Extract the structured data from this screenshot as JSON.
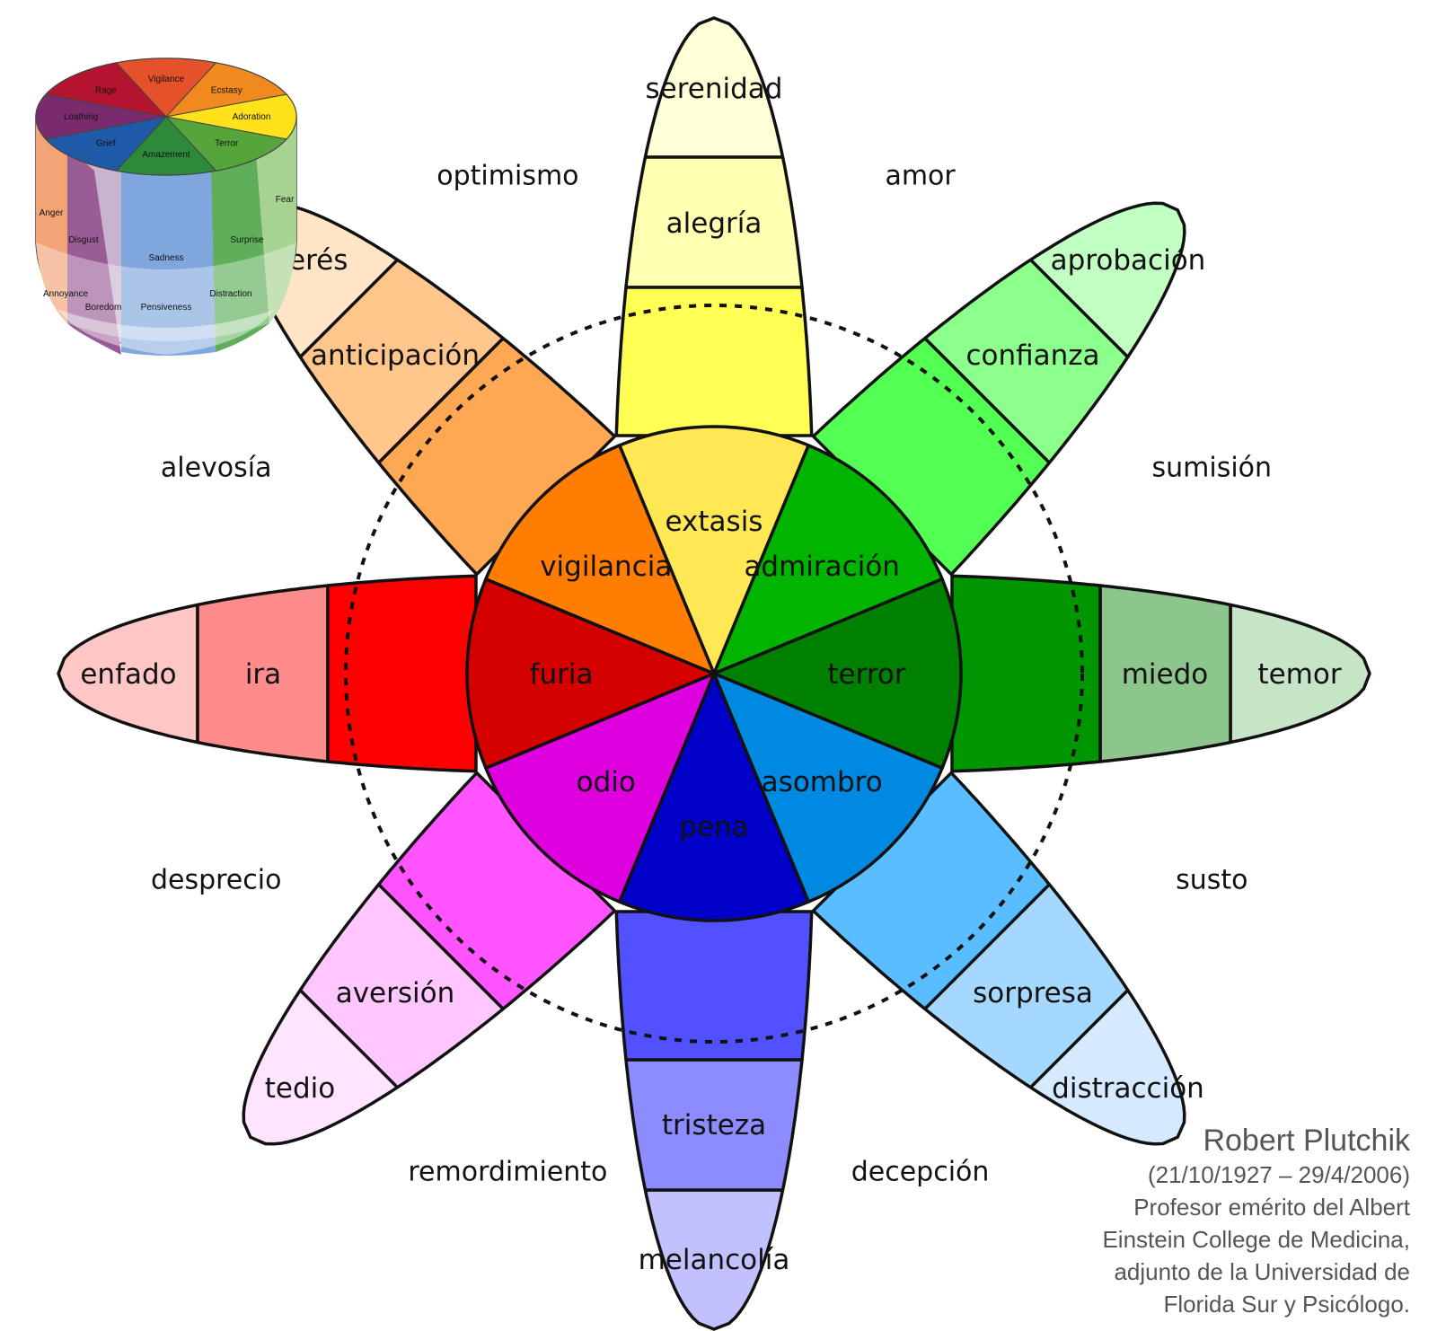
{
  "diagram": {
    "petals": [
      {
        "id": "joy",
        "angle": 0,
        "labels": [
          "serenidad",
          "alegría",
          "extasis"
        ],
        "colors": [
          "#ffffd8",
          "#ffffb1",
          "#ffff54",
          "#ffe854"
        ]
      },
      {
        "id": "trust",
        "angle": 45,
        "labels": [
          "aprobación",
          "confianza",
          "admiración"
        ],
        "colors": [
          "#c2ffc2",
          "#8cff8c",
          "#54ff54",
          "#00b400"
        ]
      },
      {
        "id": "fear",
        "angle": 90,
        "labels": [
          "temor",
          "miedo",
          "terror"
        ],
        "colors": [
          "#c6e4c6",
          "#8dc68d",
          "#009600",
          "#008000"
        ]
      },
      {
        "id": "surprise",
        "angle": 135,
        "labels": [
          "distracción",
          "sorpresa",
          "asombro"
        ],
        "colors": [
          "#d5eaff",
          "#a5d8ff",
          "#59bdff",
          "#0089e0"
        ]
      },
      {
        "id": "sadness",
        "angle": 180,
        "labels": [
          "melancolía",
          "tristeza",
          "pena"
        ],
        "colors": [
          "#c1c1ff",
          "#8c8cff",
          "#5151ff",
          "#0000c8"
        ]
      },
      {
        "id": "disgust",
        "angle": 225,
        "labels": [
          "tedio",
          "aversión",
          "odio"
        ],
        "colors": [
          "#ffe4ff",
          "#ffc6ff",
          "#ff54ff",
          "#de00de"
        ]
      },
      {
        "id": "anger",
        "angle": 270,
        "labels": [
          "enfado",
          "ira",
          "furia"
        ],
        "colors": [
          "#ffc6c6",
          "#ff8c8c",
          "#ff0000",
          "#d40000"
        ]
      },
      {
        "id": "anticipation",
        "angle": 315,
        "labels": [
          "interés",
          "anticipación",
          "vigilancia"
        ],
        "colors": [
          "#ffe5c6",
          "#ffc68c",
          "#ffa854",
          "#ff7d00"
        ]
      }
    ],
    "dyads": [
      {
        "text": "optimismo",
        "angle": 337.5
      },
      {
        "text": "amor",
        "angle": 22.5
      },
      {
        "text": "sumisión",
        "angle": 67.5
      },
      {
        "text": "susto",
        "angle": 112.5
      },
      {
        "text": "decepción",
        "angle": 157.5
      },
      {
        "text": "remordimiento",
        "angle": 202.5
      },
      {
        "text": "desprecio",
        "angle": 247.5
      },
      {
        "text": "alevosía",
        "angle": 292.5
      }
    ],
    "cone": {
      "top_labels": [
        "Vigilance",
        "Ecstasy",
        "Adoration",
        "Terror",
        "Amazement",
        "Grief",
        "Loathing",
        "Rage"
      ],
      "side_labels": [
        "Anger",
        "Disgust",
        "Sadness",
        "Surprise",
        "Fear"
      ],
      "lower_labels": [
        "Annoyance",
        "Boredom",
        "Pensiveness",
        "Distraction"
      ]
    }
  },
  "credit": {
    "name": "Robert Plutchik",
    "dates": "(21/10/1927 – 29/4/2006)",
    "line1": "Profesor emérito del Albert",
    "line2": "Einstein College de Medicina,",
    "line3": "adjunto de la Universidad de",
    "line4": "Florida Sur y Psicólogo."
  }
}
